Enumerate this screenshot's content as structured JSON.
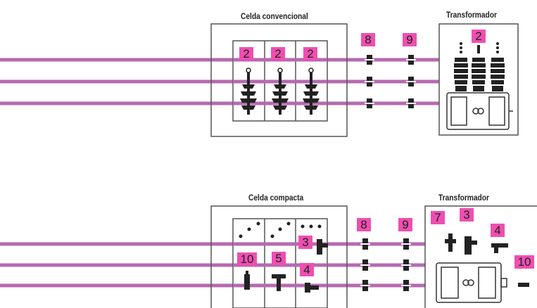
{
  "top": {
    "cell_title": "Celda convencional",
    "transformer_title": "Transformador",
    "labels": [
      "2",
      "2",
      "2",
      "8",
      "9",
      "2"
    ]
  },
  "bottom": {
    "cell_title": "Celda compacta",
    "transformer_title": "Transformador",
    "labels": [
      "10",
      "5",
      "3",
      "4",
      "8",
      "9",
      "7",
      "3",
      "4",
      "10"
    ]
  },
  "colors": {
    "cable": "#b56ab0",
    "badge": "#ee4fb0",
    "outline": "#333333"
  }
}
